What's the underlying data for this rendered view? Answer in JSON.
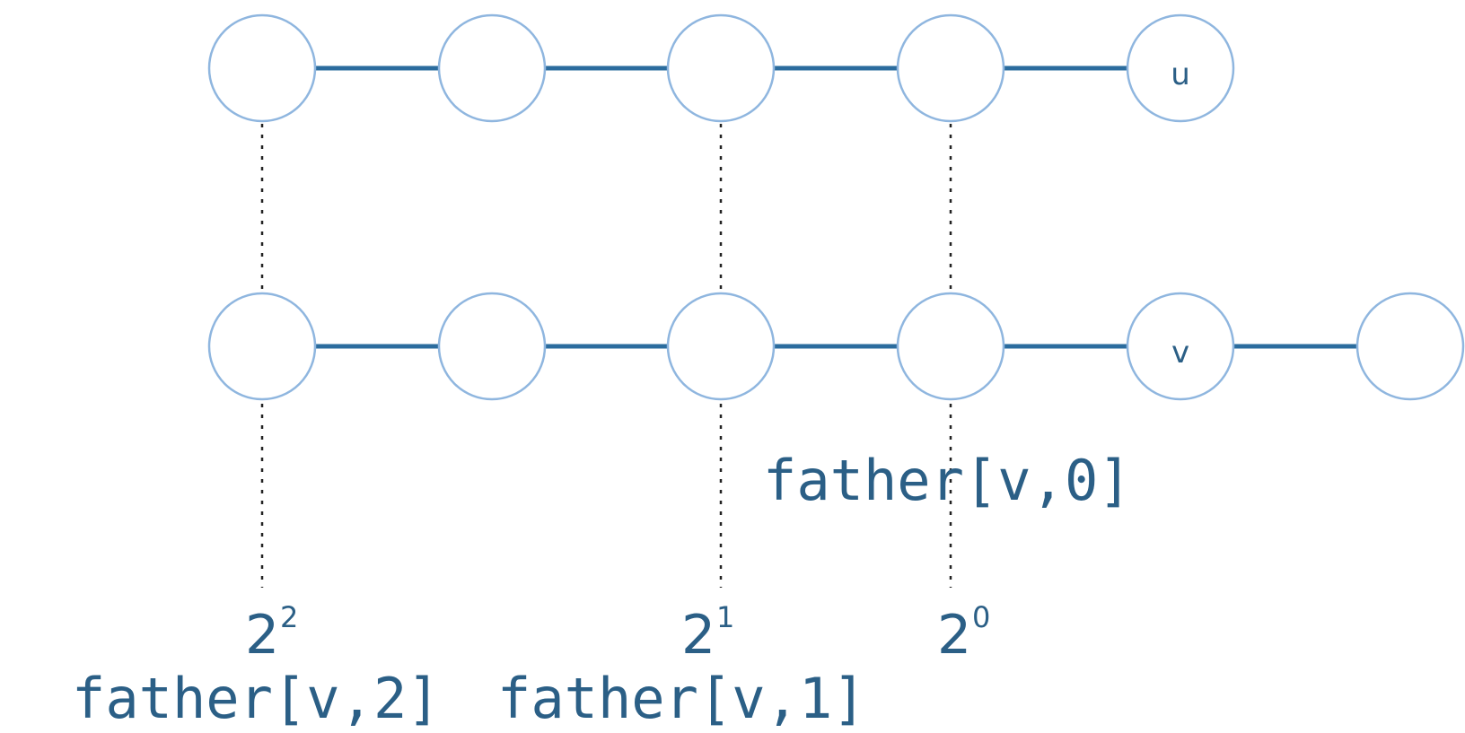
{
  "diagram": {
    "rows": [
      {
        "nodes": [
          "",
          "",
          "",
          "",
          "u"
        ]
      },
      {
        "nodes": [
          "",
          "",
          "",
          "",
          "v",
          ""
        ]
      }
    ],
    "powers": [
      {
        "base": "2",
        "exponent": "2"
      },
      {
        "base": "2",
        "exponent": "1"
      },
      {
        "base": "2",
        "exponent": "0"
      }
    ],
    "labels": {
      "father_v_0": "father[v,0]",
      "father_v_1": "father[v,1]",
      "father_v_2": "father[v,2]"
    },
    "colors": {
      "edge": "#2b6c9e",
      "node_stroke": "#8fb6df",
      "text": "#2b5f86",
      "guide": "#222222"
    }
  }
}
